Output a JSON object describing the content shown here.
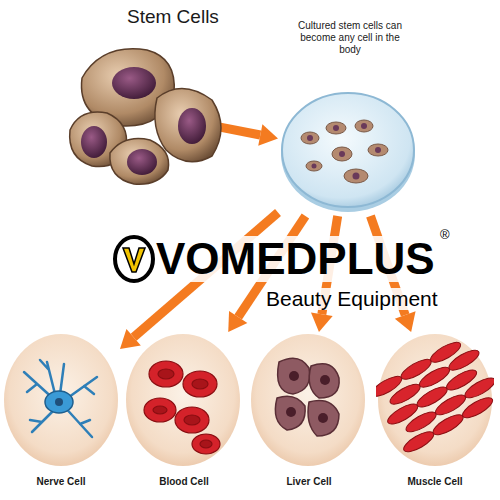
{
  "diagram": {
    "title": "Stem Cells",
    "nodes": [
      {
        "text": [
          "Stem Cells"
        ]
      },
      {
        "text": [
          "Cultured stem cells can become any cell in the body"
        ]
      },
      {
        "text": [
          "Nerve Cell"
        ]
      },
      {
        "text": [
          "Blood Cell"
        ]
      },
      {
        "text": [
          "Liver Cell"
        ]
      },
      {
        "text": [
          "Muscle Cell"
        ]
      }
    ],
    "edges": [
      {
        "from": 0,
        "to": 1,
        "arrow": "to"
      },
      {
        "from": 1,
        "to": 2,
        "arrow": "to"
      },
      {
        "from": 1,
        "to": 3,
        "arrow": "to"
      },
      {
        "from": 1,
        "to": 4,
        "arrow": "to"
      },
      {
        "from": 1,
        "to": 5,
        "arrow": "to"
      }
    ],
    "labels": [
      "VOMEDPLUS",
      "®",
      "Beauty Equipment"
    ]
  }
}
